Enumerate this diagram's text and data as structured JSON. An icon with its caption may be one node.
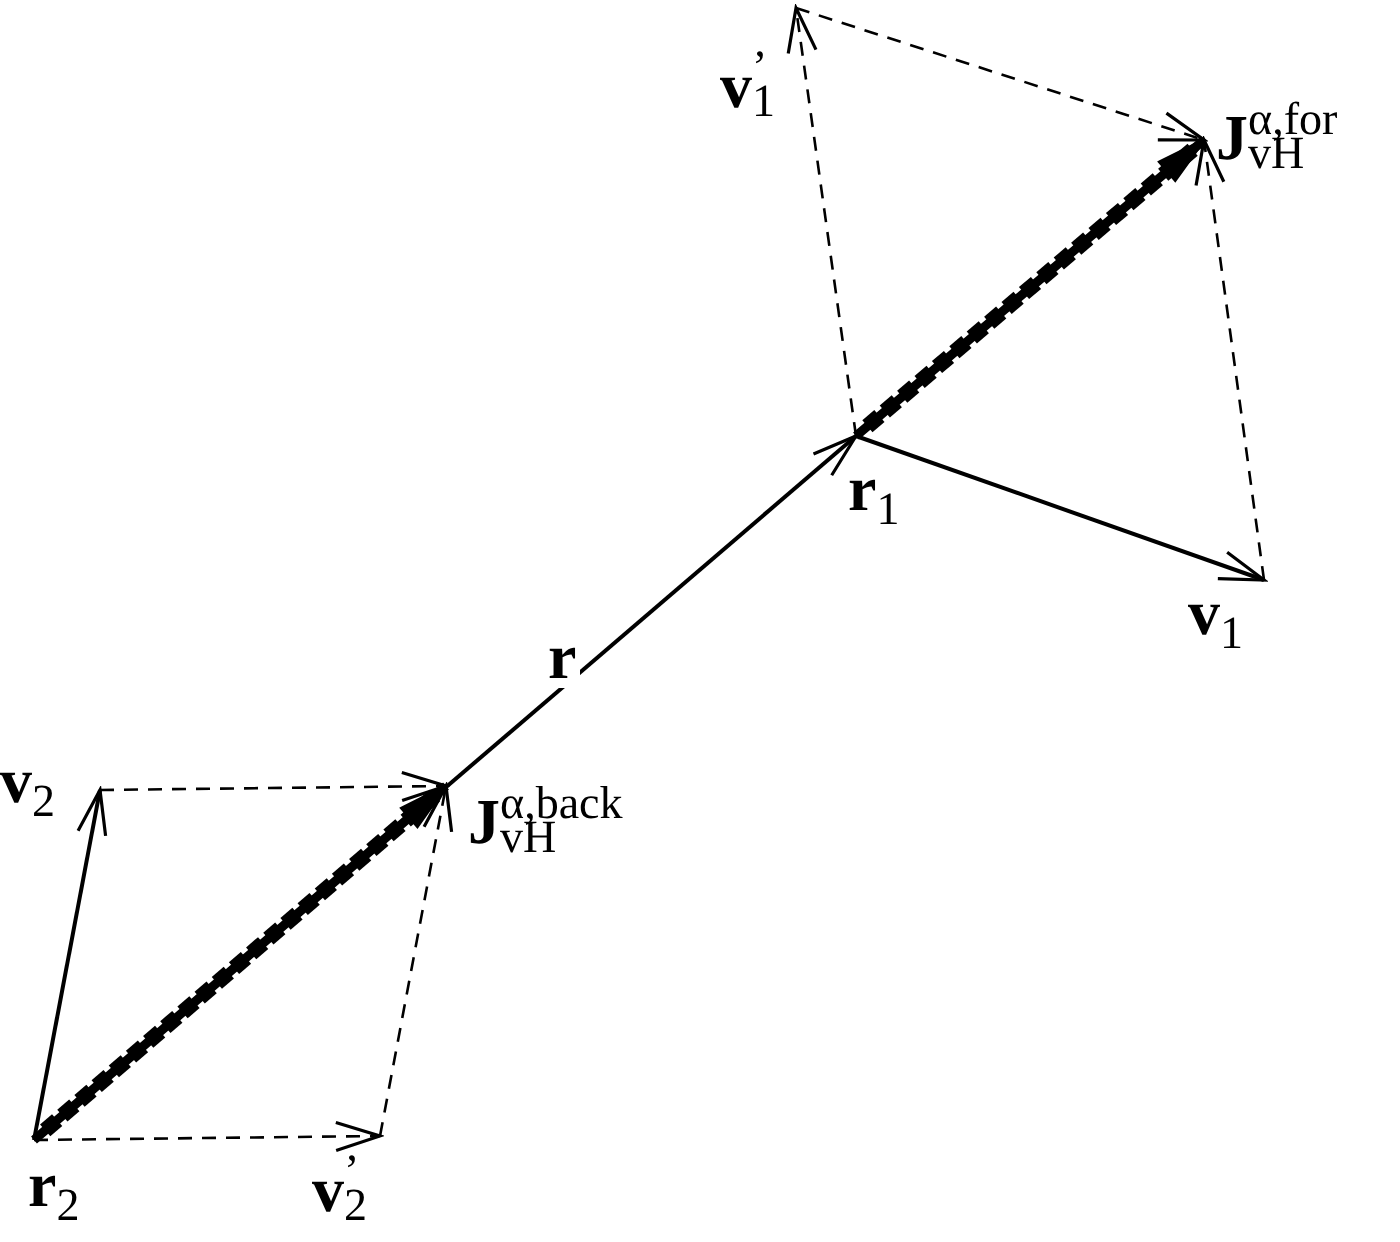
{
  "diagram": {
    "nodes": [
      {
        "text": [
          "**v**$^{’}$$_{1}$"
        ]
      },
      {
        "text": [
          "**J**$^{α,for}$$_{vH}$"
        ]
      },
      {
        "text": [
          "**r**$_{1}$"
        ]
      },
      {
        "text": [
          "**v**$_{1}$"
        ]
      },
      {
        "text": [
          "**v**$_{2}$"
        ]
      },
      {
        "text": [
          "**J**$^{α,back}$$_{vH}$"
        ]
      },
      {
        "text": [
          "**r**$_{2}$"
        ]
      },
      {
        "text": [
          "**v**$^{’}$$_{2}$"
        ]
      }
    ],
    "edges": [
      {
        "from": 6,
        "to": 2,
        "arrow": "to",
        "label": "r"
      },
      {
        "from": 6,
        "to": 4,
        "arrow": "to"
      },
      {
        "from": 6,
        "to": 7,
        "arrow": "to",
        "style": "dashed"
      },
      {
        "from": 6,
        "to": 5,
        "arrow": "to",
        "style": "thick"
      },
      {
        "from": 4,
        "to": 5,
        "arrow": "to",
        "style": "dashed"
      },
      {
        "from": 7,
        "to": 5,
        "arrow": "to",
        "style": "dashed"
      },
      {
        "from": 2,
        "to": 3,
        "arrow": "to"
      },
      {
        "from": 2,
        "to": 0,
        "arrow": "to",
        "style": "dashed"
      },
      {
        "from": 2,
        "to": 1,
        "arrow": "to",
        "style": "thick"
      },
      {
        "from": 0,
        "to": 1,
        "arrow": "to",
        "style": "dashed"
      },
      {
        "from": 3,
        "to": 1,
        "arrow": "to",
        "style": "dashed"
      }
    ]
  }
}
